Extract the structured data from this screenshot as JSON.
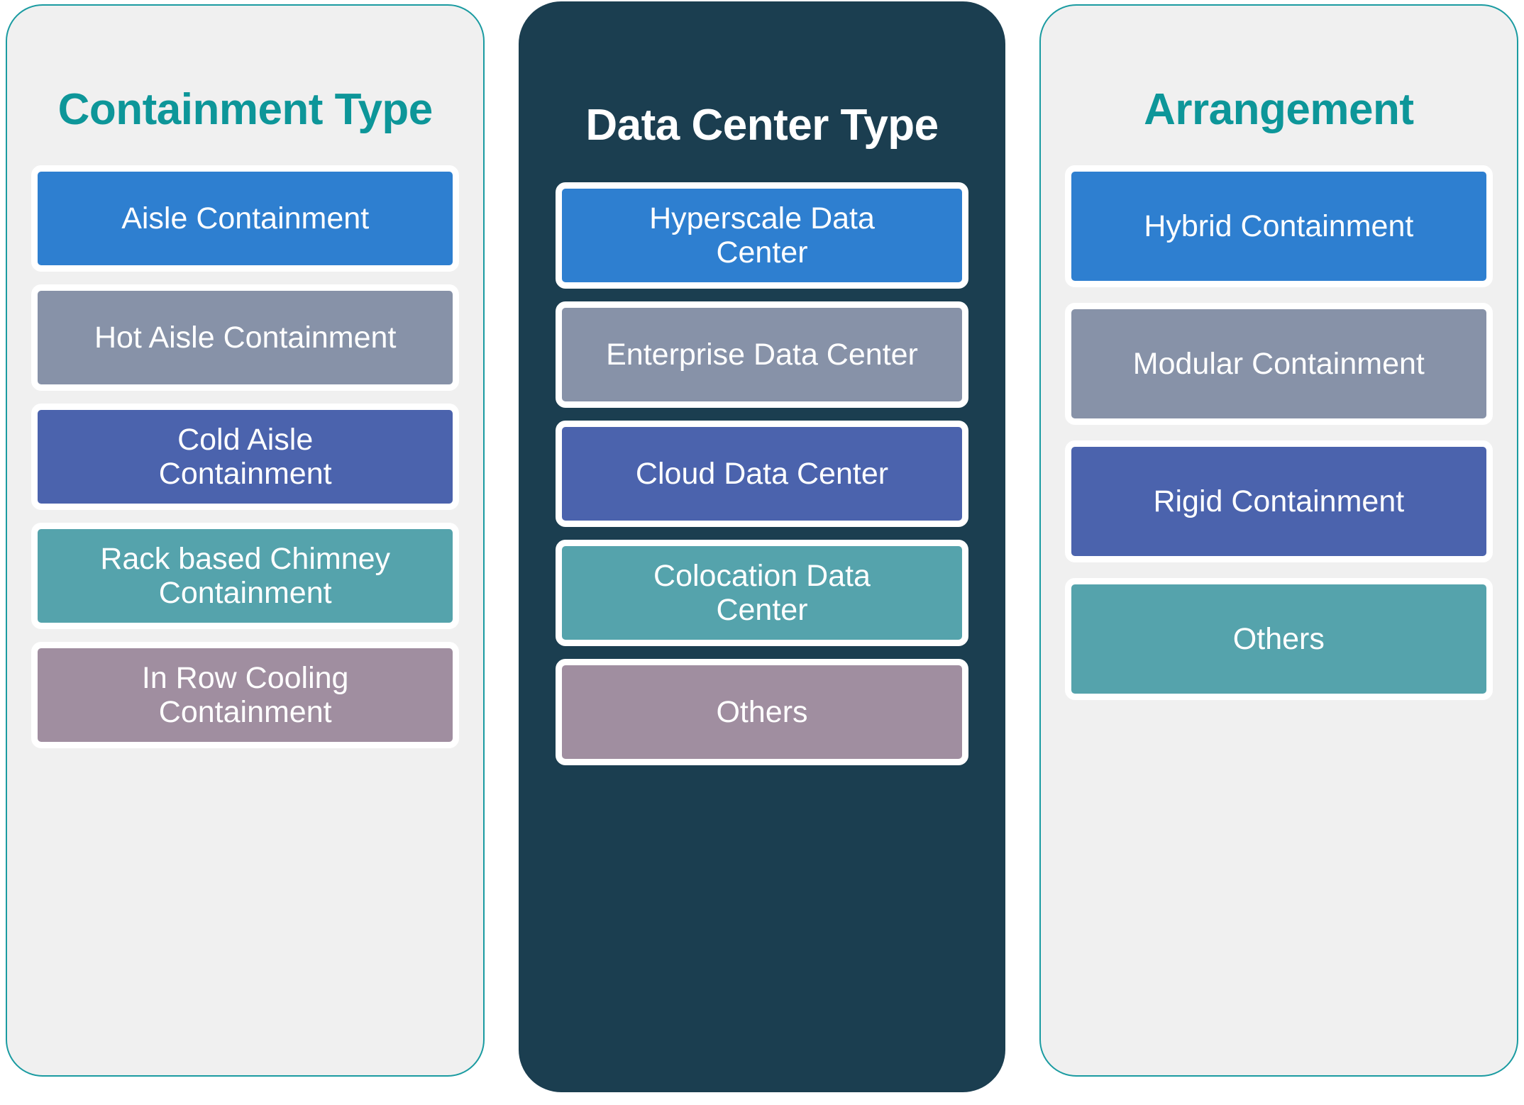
{
  "colors": {
    "accent_teal": "#0d9699",
    "dark_panel": "#1b3e50",
    "card_background": "#f0f0f0",
    "card_border": "#1a9ba1",
    "pill_blue": "#2e7fd0",
    "pill_slate": "#8792a8",
    "pill_indigo": "#4b63ad",
    "pill_teal": "#55a3ac",
    "pill_mauve": "#a08ea0",
    "pill_border": "#ffffff"
  },
  "columns": [
    {
      "title": "Containment\nType",
      "style": "light",
      "items": [
        {
          "label": "Aisle Containment",
          "color": "blue"
        },
        {
          "label": "Hot Aisle Containment",
          "color": "slate"
        },
        {
          "label": "Cold Aisle\nContainment",
          "color": "indigo"
        },
        {
          "label": "Rack based Chimney\nContainment",
          "color": "teal"
        },
        {
          "label": "In Row Cooling\nContainment",
          "color": "mauve"
        }
      ]
    },
    {
      "title": "Data Center Type",
      "style": "dark",
      "items": [
        {
          "label": "Hyperscale Data\nCenter",
          "color": "blue"
        },
        {
          "label": "Enterprise Data Center",
          "color": "slate"
        },
        {
          "label": "Cloud Data Center",
          "color": "indigo"
        },
        {
          "label": "Colocation Data\nCenter",
          "color": "teal"
        },
        {
          "label": "Others",
          "color": "mauve"
        }
      ]
    },
    {
      "title": "Arrangement",
      "style": "light",
      "items": [
        {
          "label": "Hybrid Containment",
          "color": "blue"
        },
        {
          "label": "Modular Containment",
          "color": "slate"
        },
        {
          "label": "Rigid Containment",
          "color": "indigo"
        },
        {
          "label": "Others",
          "color": "teal"
        }
      ]
    }
  ]
}
